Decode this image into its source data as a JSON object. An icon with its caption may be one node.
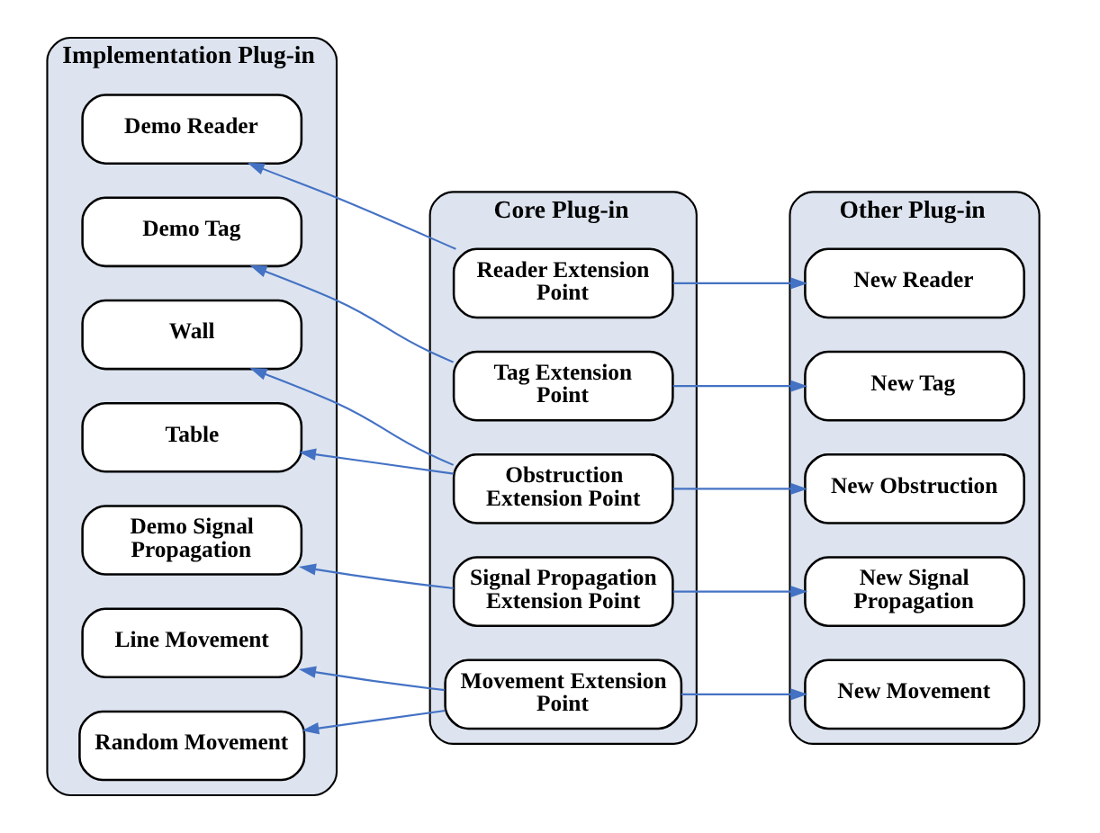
{
  "diagram": {
    "nodes": [
      {
        "text": [
          "Implementation Plug-in"
        ]
      },
      {
        "text": [
          "Demo Reader"
        ],
        "in": 0
      },
      {
        "text": [
          "Demo Tag"
        ],
        "in": 0
      },
      {
        "text": [
          "Wall"
        ],
        "in": 0
      },
      {
        "text": [
          "Table"
        ],
        "in": 0
      },
      {
        "text": [
          "Demo Signal Propagation"
        ],
        "in": 0
      },
      {
        "text": [
          "Line Movement"
        ],
        "in": 0
      },
      {
        "text": [
          "Random Movement"
        ],
        "in": 0
      },
      {
        "text": [
          "Core Plug-in"
        ]
      },
      {
        "text": [
          "Reader Extension Point"
        ],
        "in": 8
      },
      {
        "text": [
          "Tag Extension Point"
        ],
        "in": 8
      },
      {
        "text": [
          "Obstruction Extension Point"
        ],
        "in": 8
      },
      {
        "text": [
          "Signal Propagation Extension Point"
        ],
        "in": 8
      },
      {
        "text": [
          "Movement Extension Point"
        ],
        "in": 8
      },
      {
        "text": [
          "Other Plug-in"
        ]
      },
      {
        "text": [
          "New Reader"
        ],
        "in": 14
      },
      {
        "text": [
          "New Tag"
        ],
        "in": 14
      },
      {
        "text": [
          "New Obstruction"
        ],
        "in": 14
      },
      {
        "text": [
          "New Signal Propagation"
        ],
        "in": 14
      },
      {
        "text": [
          "New Movement"
        ],
        "in": 14
      }
    ],
    "edges": [
      {
        "from": 9,
        "to": 1,
        "arrow": "to"
      },
      {
        "from": 9,
        "to": 15,
        "arrow": "to"
      },
      {
        "from": 10,
        "to": 2,
        "arrow": "to"
      },
      {
        "from": 10,
        "to": 16,
        "arrow": "to"
      },
      {
        "from": 11,
        "to": 3,
        "arrow": "to"
      },
      {
        "from": 11,
        "to": 4,
        "arrow": "to"
      },
      {
        "from": 11,
        "to": 17,
        "arrow": "to"
      },
      {
        "from": 12,
        "to": 5,
        "arrow": "to"
      },
      {
        "from": 12,
        "to": 18,
        "arrow": "to"
      },
      {
        "from": 13,
        "to": 6,
        "arrow": "to"
      },
      {
        "from": 13,
        "to": 7,
        "arrow": "to"
      },
      {
        "from": 13,
        "to": 19,
        "arrow": "to"
      }
    ]
  }
}
